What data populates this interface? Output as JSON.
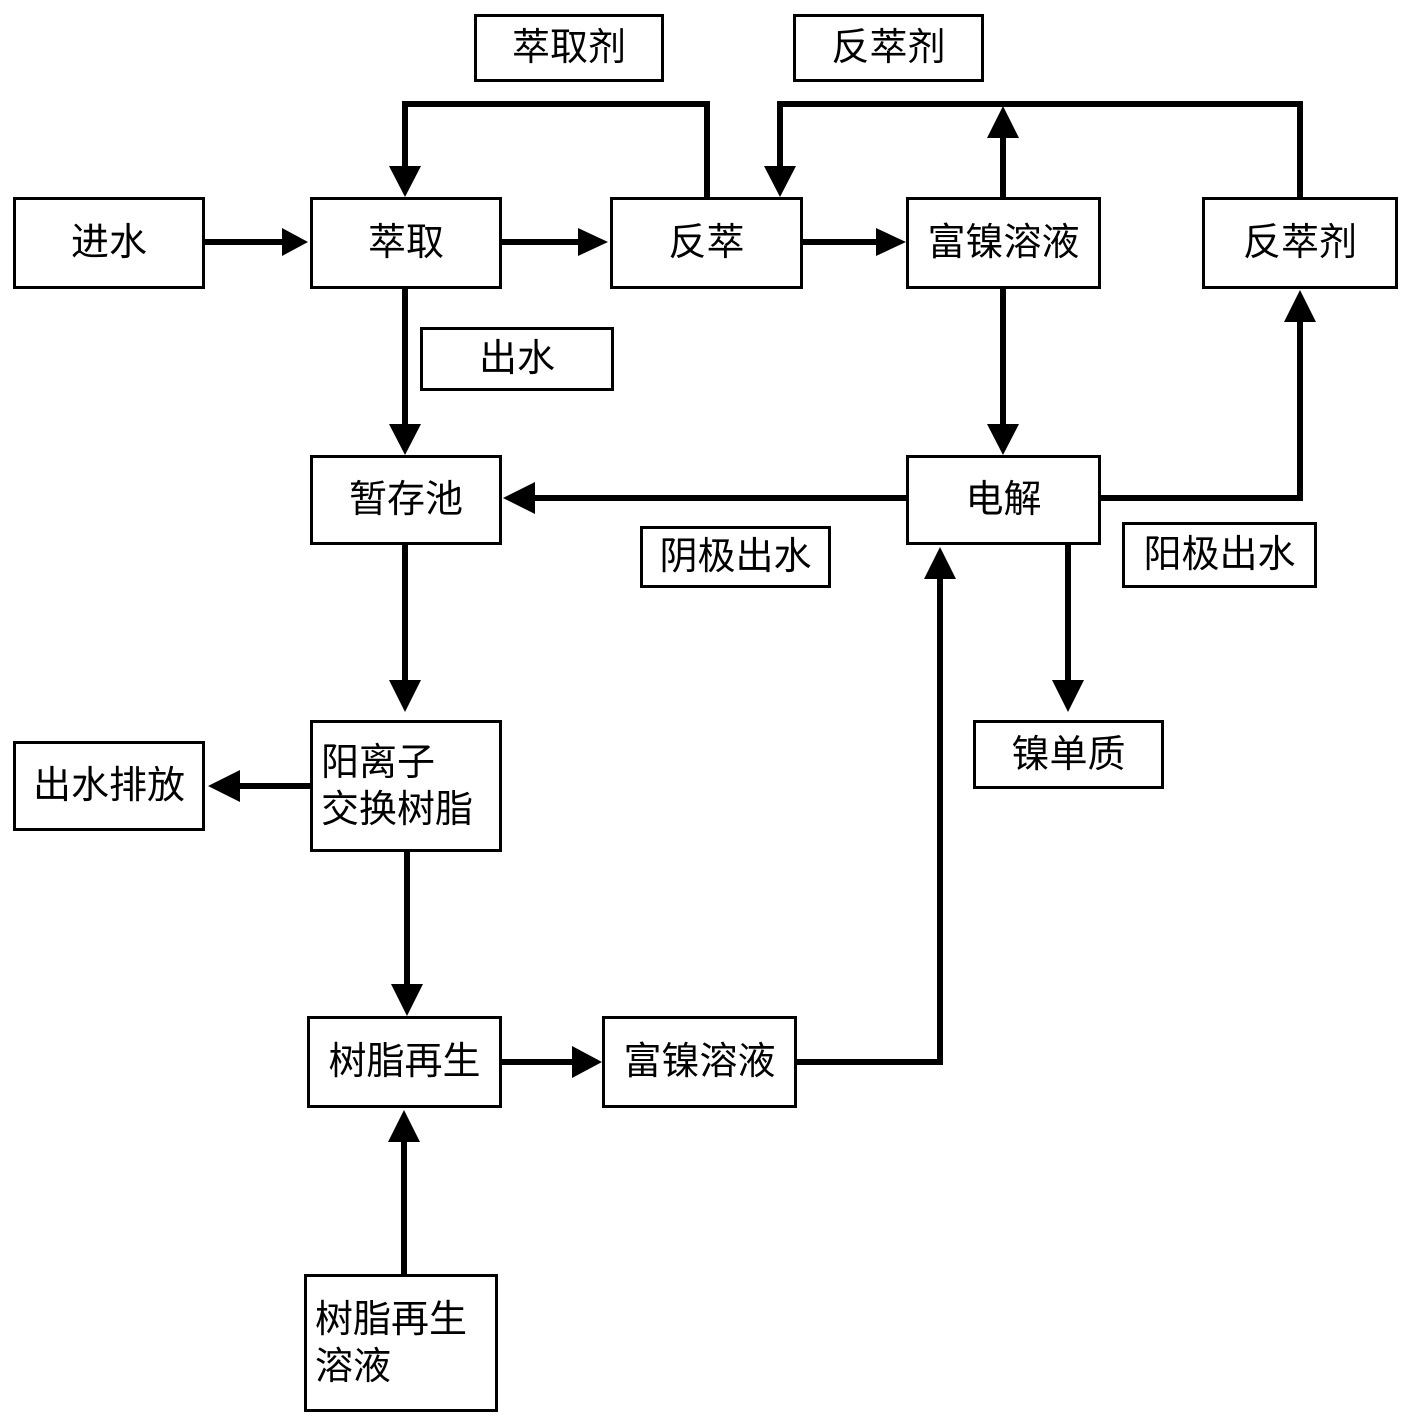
{
  "nodes": {
    "intake": "进水",
    "extraction": "萃取",
    "stripping": "反萃",
    "nickel_solution_top": "富镍溶液",
    "strip_agent_right": "反萃剂",
    "storage_pool": "暂存池",
    "electrolysis": "电解",
    "cation_resin_line1": "阳离子",
    "cation_resin_line2": "交换树脂",
    "discharge": "出水排放",
    "nickel_metal": "镍单质",
    "resin_regen": "树脂再生",
    "nickel_solution_bottom": "富镍溶液",
    "regen_solution_line1": "树脂再生",
    "regen_solution_line2": "溶液"
  },
  "labels": {
    "extractant": "萃取剂",
    "strip_agent_top": "反萃剂",
    "effluent": "出水",
    "cathode_water": "阴极出水",
    "anode_water": "阳极出水"
  }
}
